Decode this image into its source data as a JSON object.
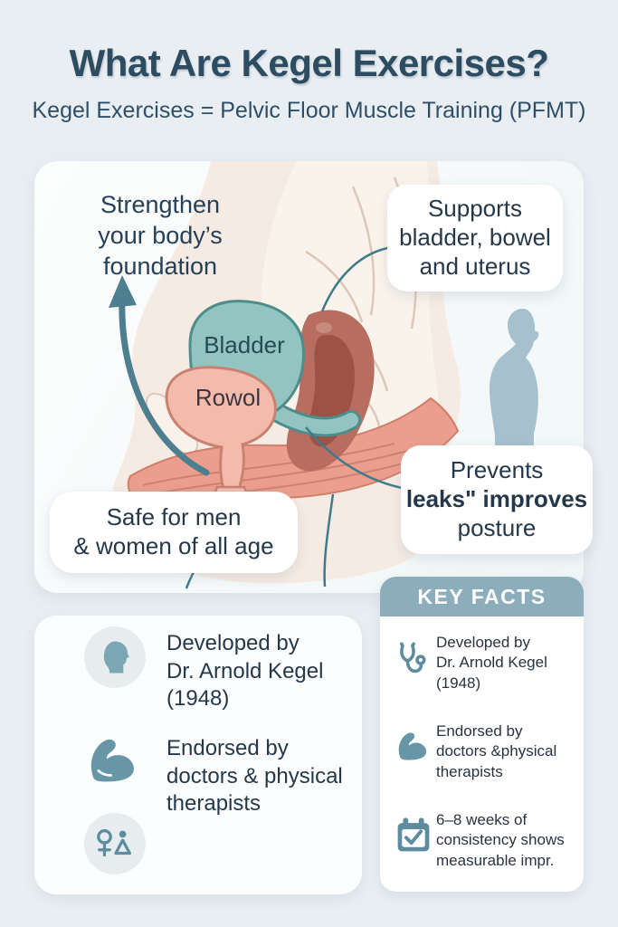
{
  "header": {
    "title": "What Are Kegel Exercises?",
    "subtitle": "Kegel Exercises = Pelvic Floor Muscle Training (PFMT)"
  },
  "diagram": {
    "strengthen_callout": "Strengthen\nyour body’s\nfoundation",
    "supports_callout": "Supports\nbladder, bowel\nand uterus",
    "prevents_line1": "Prevents",
    "prevents_line2": "leaks\" improves",
    "prevents_line3": "posture",
    "safe_callout": "Safe for men\n& women of all age",
    "bladder_label": "Bladder",
    "bowel_label": "Rowol"
  },
  "left_facts": {
    "developed": "Developed by\nDr. Arnold Kegel\n(1948)",
    "endorsed": "Endorsed by\ndoctors & physical\ntherapists"
  },
  "key_facts": {
    "header": "KEY FACTS",
    "items": [
      {
        "icon": "stethoscope-icon",
        "text": "Developed by\nDr. Arnold Kegel\n(1948)"
      },
      {
        "icon": "bicep-icon",
        "text": "Endorsed by\ndoctors &physical\ntherapists"
      },
      {
        "icon": "calendar-check-icon",
        "text": "6–8 weeks of\nconsistency shows\nmeasurable impr."
      }
    ]
  },
  "colors": {
    "page_bg": "#e9eef2",
    "accent_teal": "#4d7f90",
    "keyfacts_header_bg": "#8cadbb",
    "text_dark": "#24384a",
    "title_color": "#2d4c62",
    "bladder_fill": "#92c5c1",
    "bowel_fill": "#f3bbab",
    "colon_fill": "#b76e60",
    "muscle_fill": "#eb9e8d",
    "body_fill": "#f5ebe2",
    "figure_fill": "#a6c1cd"
  }
}
